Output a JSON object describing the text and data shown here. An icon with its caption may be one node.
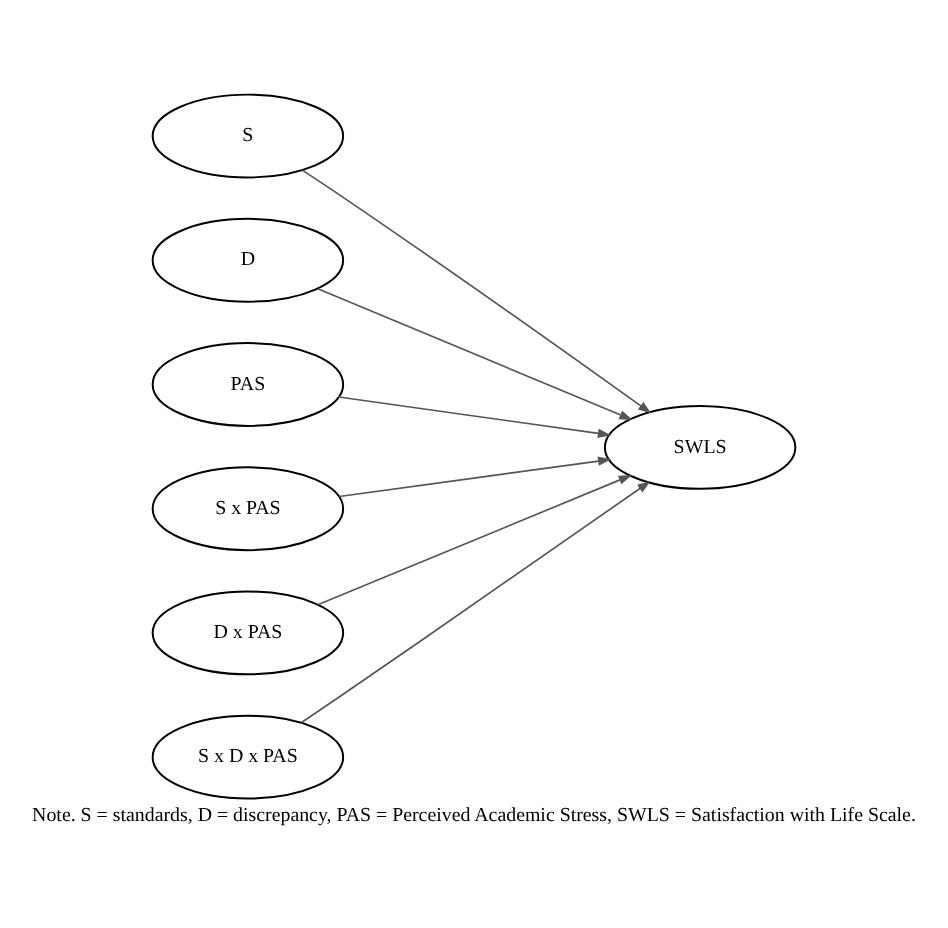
{
  "diagram": {
    "caption": "Note. S = standards, D = discrepancy, PAS = Perceived Academic Stress, SWLS = Satisfaction with Life Scale.",
    "nodes": [
      {
        "text": [
          "S"
        ]
      },
      {
        "text": [
          "D"
        ]
      },
      {
        "text": [
          "PAS"
        ]
      },
      {
        "text": [
          "S x PAS"
        ]
      },
      {
        "text": [
          "D x PAS"
        ]
      },
      {
        "text": [
          "S x D x PAS"
        ]
      },
      {
        "text": [
          "SWLS"
        ]
      }
    ],
    "edges": [
      {
        "from": 0,
        "to": 6,
        "arrow": "to"
      },
      {
        "from": 1,
        "to": 6,
        "arrow": "to"
      },
      {
        "from": 2,
        "to": 6,
        "arrow": "to"
      },
      {
        "from": 3,
        "to": 6,
        "arrow": "to"
      },
      {
        "from": 4,
        "to": 6,
        "arrow": "to"
      },
      {
        "from": 5,
        "to": 6,
        "arrow": "to"
      }
    ]
  }
}
